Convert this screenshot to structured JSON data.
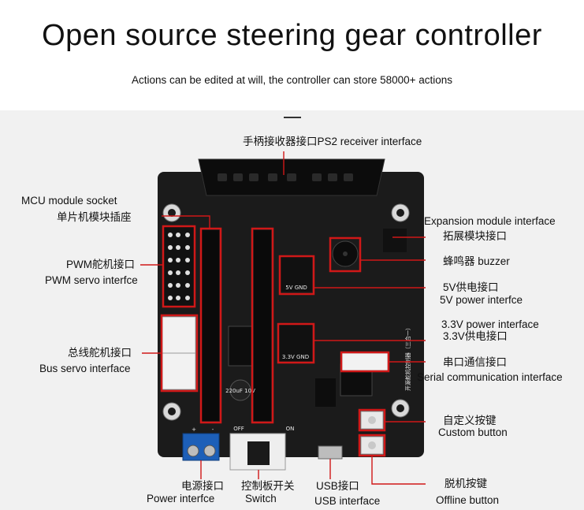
{
  "header": {
    "title": "Open source steering gear controller",
    "subtitle": "Actions can be edited at will, the controller can store 58000+ actions"
  },
  "labels": {
    "ps2": "手柄接收器接口PS2 receiver interface",
    "mcu_en": "MCU module socket",
    "mcu_cn": "单片机模块插座",
    "exp_en": "Expansion module interface",
    "exp_cn": "拓展模块接口",
    "buzzer": "蜂鸣器 buzzer",
    "pwm_cn": "PWM舵机接口",
    "pwm_en": "PWM servo interfce",
    "v5_cn": "5V供电接口",
    "v5_en": "5V power interfce",
    "v33_en": "3.3V power interface",
    "v33_cn": "3.3V供电接口",
    "bus_cn": "总线舵机接口",
    "bus_en": "Bus servo interface",
    "serial_cn": "串口通信接口",
    "serial_en": "Serial communication interface",
    "custom_cn": "自定义按键",
    "custom_en": "Custom button",
    "power_cn": "电源接口",
    "power_en": "Power interfce",
    "switch_cn": "控制板开关",
    "switch_en": "Switch",
    "usb_cn": "USB接口",
    "usb_en": "USB interface",
    "offline_cn": "脱机按键",
    "offline_en": "Offline button"
  },
  "board_silk": {
    "v5": "5V GND",
    "v33": "3.3V GND",
    "off": "OFF",
    "on": "ON",
    "plus": "+",
    "minus": "-",
    "side_text": "开源舵机控制器（三合一）",
    "cap": "220uF 10V"
  },
  "colors": {
    "board": "#1b1b1b",
    "highlight": "#d01818",
    "background_top": "#ffffff",
    "background_bottom": "#f1f1f1"
  }
}
